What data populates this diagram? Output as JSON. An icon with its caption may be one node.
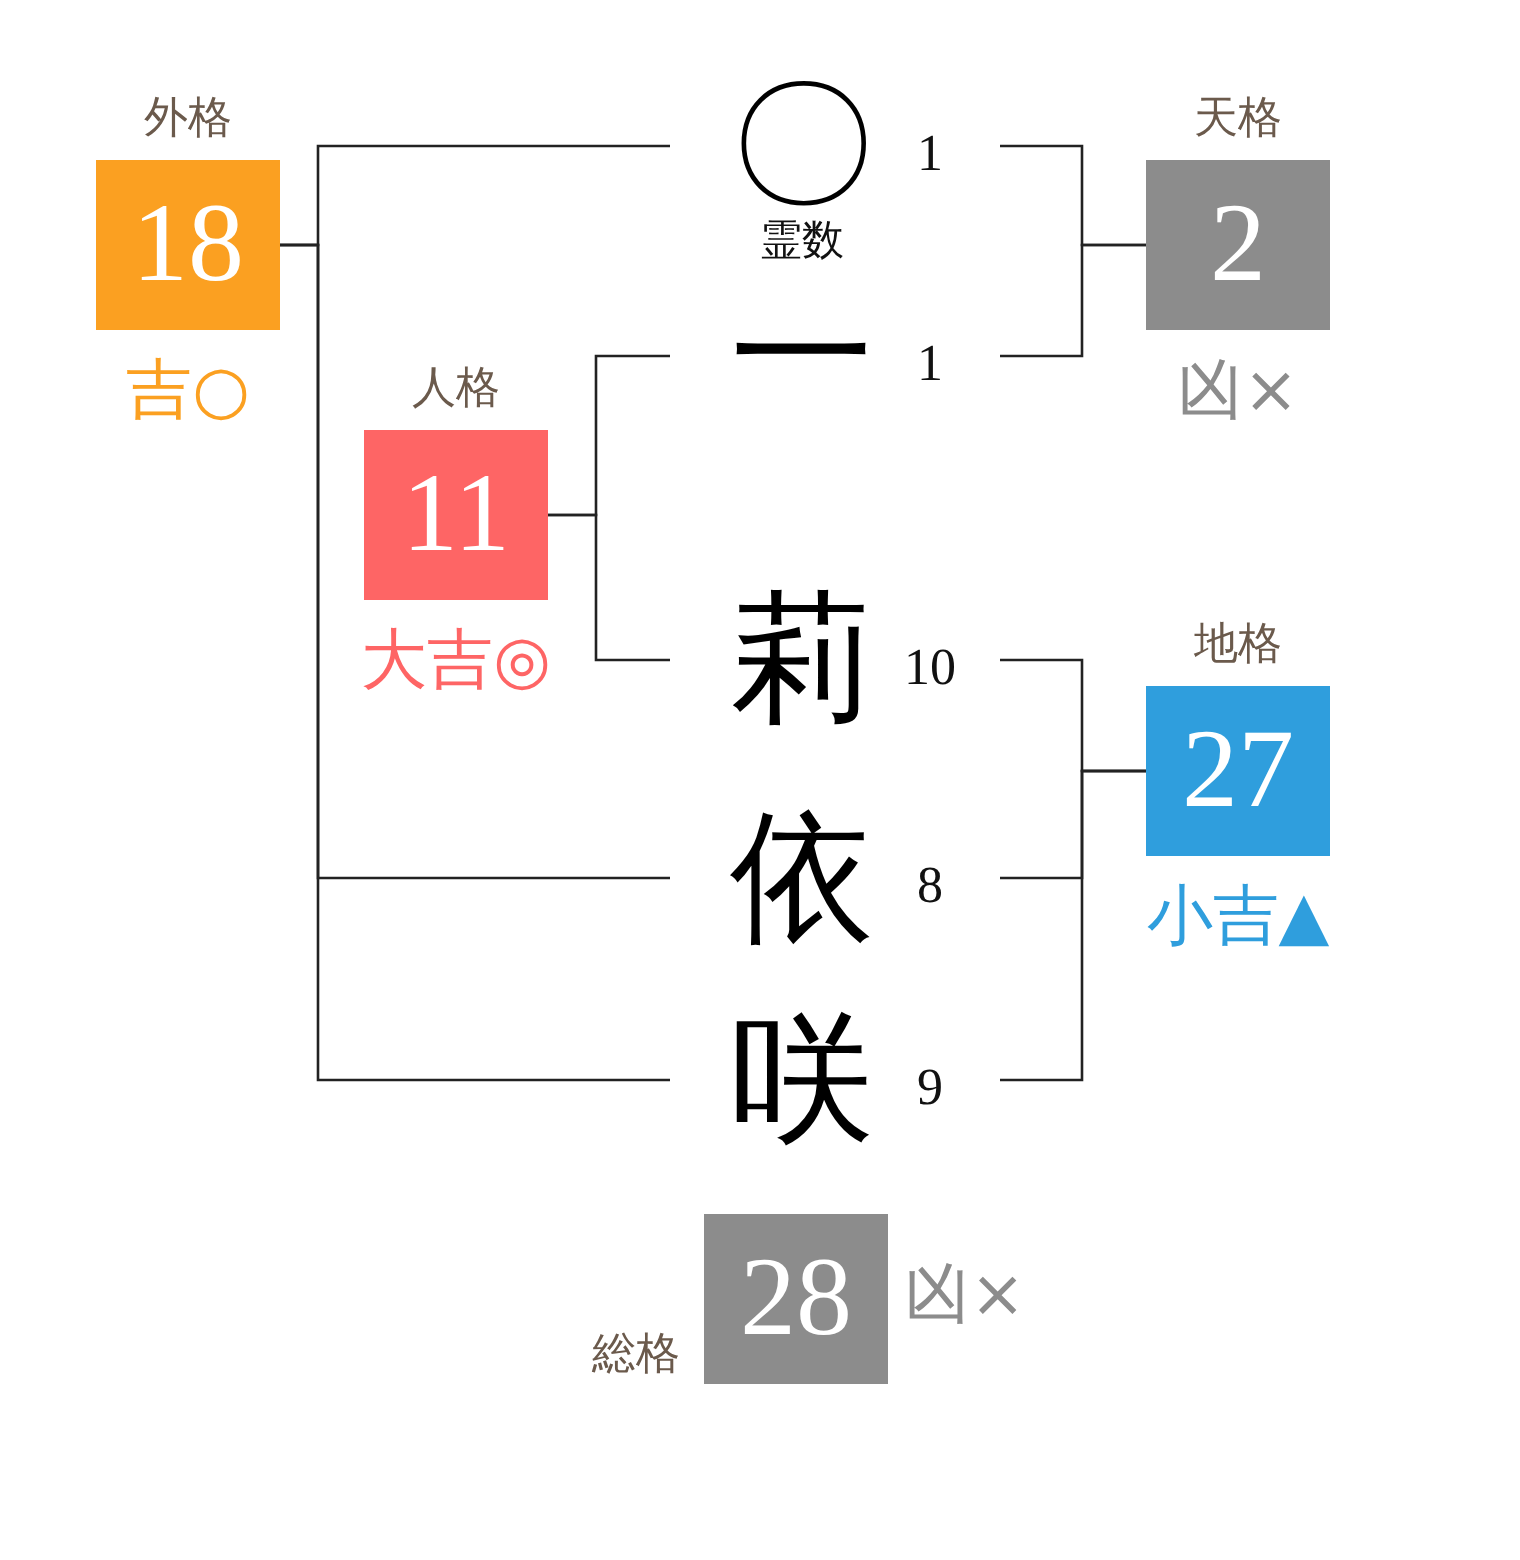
{
  "diagram": {
    "nodes": [
      {
        "text": [
          "外格",
          "18"
        ],
        "beside": [
          "吉○"
        ]
      },
      {
        "text": [
          "〇"
        ],
        "beside": [
          "霊数",
          "1"
        ]
      },
      {
        "text": [
          "天格",
          "2"
        ],
        "beside": [
          "凶×"
        ]
      },
      {
        "text": [
          "一"
        ],
        "beside": [
          "1"
        ]
      },
      {
        "text": [
          "人格",
          "11"
        ],
        "beside": [
          "大吉◎"
        ]
      },
      {
        "text": [
          "莉"
        ],
        "beside": [
          "10"
        ]
      },
      {
        "text": [
          "地格",
          "27"
        ],
        "beside": [
          "小吉▲"
        ]
      },
      {
        "text": [
          "依"
        ],
        "beside": [
          "8"
        ]
      },
      {
        "text": [
          "咲"
        ],
        "beside": [
          "9"
        ]
      },
      {
        "text": [
          "総格",
          "28"
        ],
        "beside": [
          "凶×"
        ]
      }
    ],
    "edges": [
      {
        "from": 1,
        "to": 0,
        "arrow": "none"
      },
      {
        "from": 7,
        "to": 0,
        "arrow": "none"
      },
      {
        "from": 8,
        "to": 0,
        "arrow": "none"
      },
      {
        "from": 1,
        "to": 2,
        "arrow": "none"
      },
      {
        "from": 3,
        "to": 2,
        "arrow": "none"
      },
      {
        "from": 3,
        "to": 4,
        "arrow": "none"
      },
      {
        "from": 5,
        "to": 4,
        "arrow": "none"
      },
      {
        "from": 5,
        "to": 6,
        "arrow": "none"
      },
      {
        "from": 7,
        "to": 6,
        "arrow": "none"
      },
      {
        "from": 8,
        "to": 6,
        "arrow": "none"
      }
    ]
  }
}
